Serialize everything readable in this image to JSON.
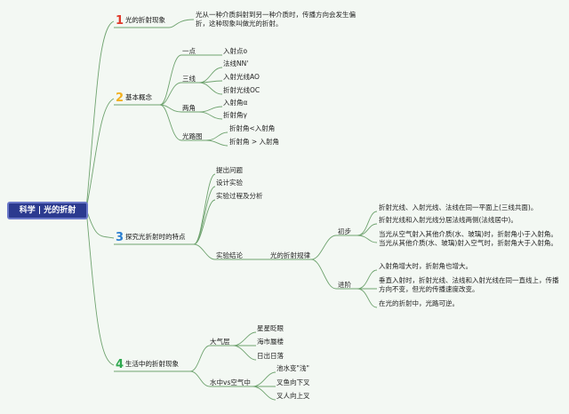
{
  "root": "科学 | 光的折射",
  "categories": [
    {
      "num": "1",
      "label": "光的折射现象"
    },
    {
      "num": "2",
      "label": "基本概念"
    },
    {
      "num": "3",
      "label": "探究光折射时的特点"
    },
    {
      "num": "4",
      "label": "生活中的折射现象"
    }
  ],
  "definition": "光从一种介质斜射到另一种介质时，传播方向会发生偏折，这种现象叫做光的折射。",
  "concepts": {
    "yidian": "一点",
    "rushedian": "入射点o",
    "sanxian": "三线",
    "faxian": "法线NN'",
    "rushe_guangxian": "入射光线AO",
    "zheshe_guangxian": "折射光线OC",
    "liangjiao": "两角",
    "rushejiao": "入射角α",
    "zhesheijiao": "折射角γ",
    "guanglutu": "光路图",
    "lt1": "折射角<入射角",
    "lt2": "折射角 > 入射角"
  },
  "explore": {
    "tichu": "提出问题",
    "sheji": "设计实验",
    "guocheng": "实验过程及分析",
    "jielun": "实验结论",
    "guilv": "光的折射规律",
    "chubu": "初步",
    "jinjie": "进阶",
    "c1": "折射光线、入射光线、法线在同一平面上(三线共面)。",
    "c2": "折射光线和入射光线分居法线两侧(法线居中)。",
    "c3": "当光从空气射入其他介质(水、玻璃)时，折射角小于入射角。当光从其他介质(水、玻璃)射入空气时，折射角大于入射角。",
    "j1": "入射角增大时，折射角也增大。",
    "j2": "垂直入射时，折射光线、法线和入射光线在同一直线上，传播方向不变，但光的传播速度改变。",
    "j3": "在光的折射中，光路可逆。"
  },
  "life": {
    "daqi": "大气层",
    "d1": "星星眨眼",
    "d2": "海市蜃楼",
    "d3": "日出日落",
    "shuizhong": "水中vs空气中",
    "s1": "池水变\"浅\"",
    "s2": "叉鱼向下叉",
    "s3": "叉人向上叉"
  },
  "colors": {
    "line": "#6fa36f",
    "root_bg": "#2b3a8f",
    "num1": "#e0392b",
    "num2": "#f2b01e",
    "num3": "#2b7fd0",
    "num4": "#2fa84f"
  }
}
